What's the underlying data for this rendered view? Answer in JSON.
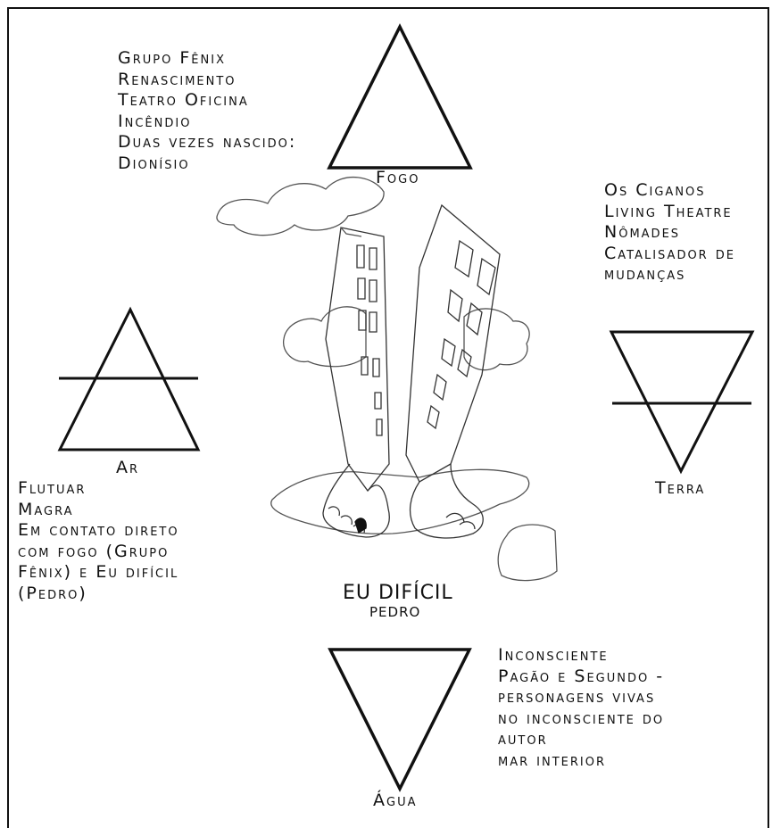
{
  "elements": {
    "fire": {
      "label": "Fogo",
      "notes": [
        "Grupo Fênix",
        "Renascimento",
        "Teatro Oficina",
        "Incêndio",
        "Duas vezes nascido:",
        "Dionísio"
      ]
    },
    "earth": {
      "label": "Terra",
      "notes": [
        "Os Ciganos",
        "Living Theatre",
        "Nômades",
        "Catalisador de",
        "mudanças"
      ]
    },
    "air": {
      "label": "Ar",
      "notes": [
        "Flutuar",
        "Magra",
        "Em contato direto",
        "com fogo (Grupo",
        "Fênix) e Eu difícil",
        "(Pedro)"
      ]
    },
    "water": {
      "label": "Água",
      "notes": [
        "Inconsciente",
        "Pagão e Segundo -",
        "personagens vivas",
        "no inconsciente do",
        "autor",
        "mar interior"
      ]
    }
  },
  "center": {
    "title": "EU DIFÍCIL",
    "subtitle": "PEDRO",
    "illustration": "buildings-with-feet"
  }
}
